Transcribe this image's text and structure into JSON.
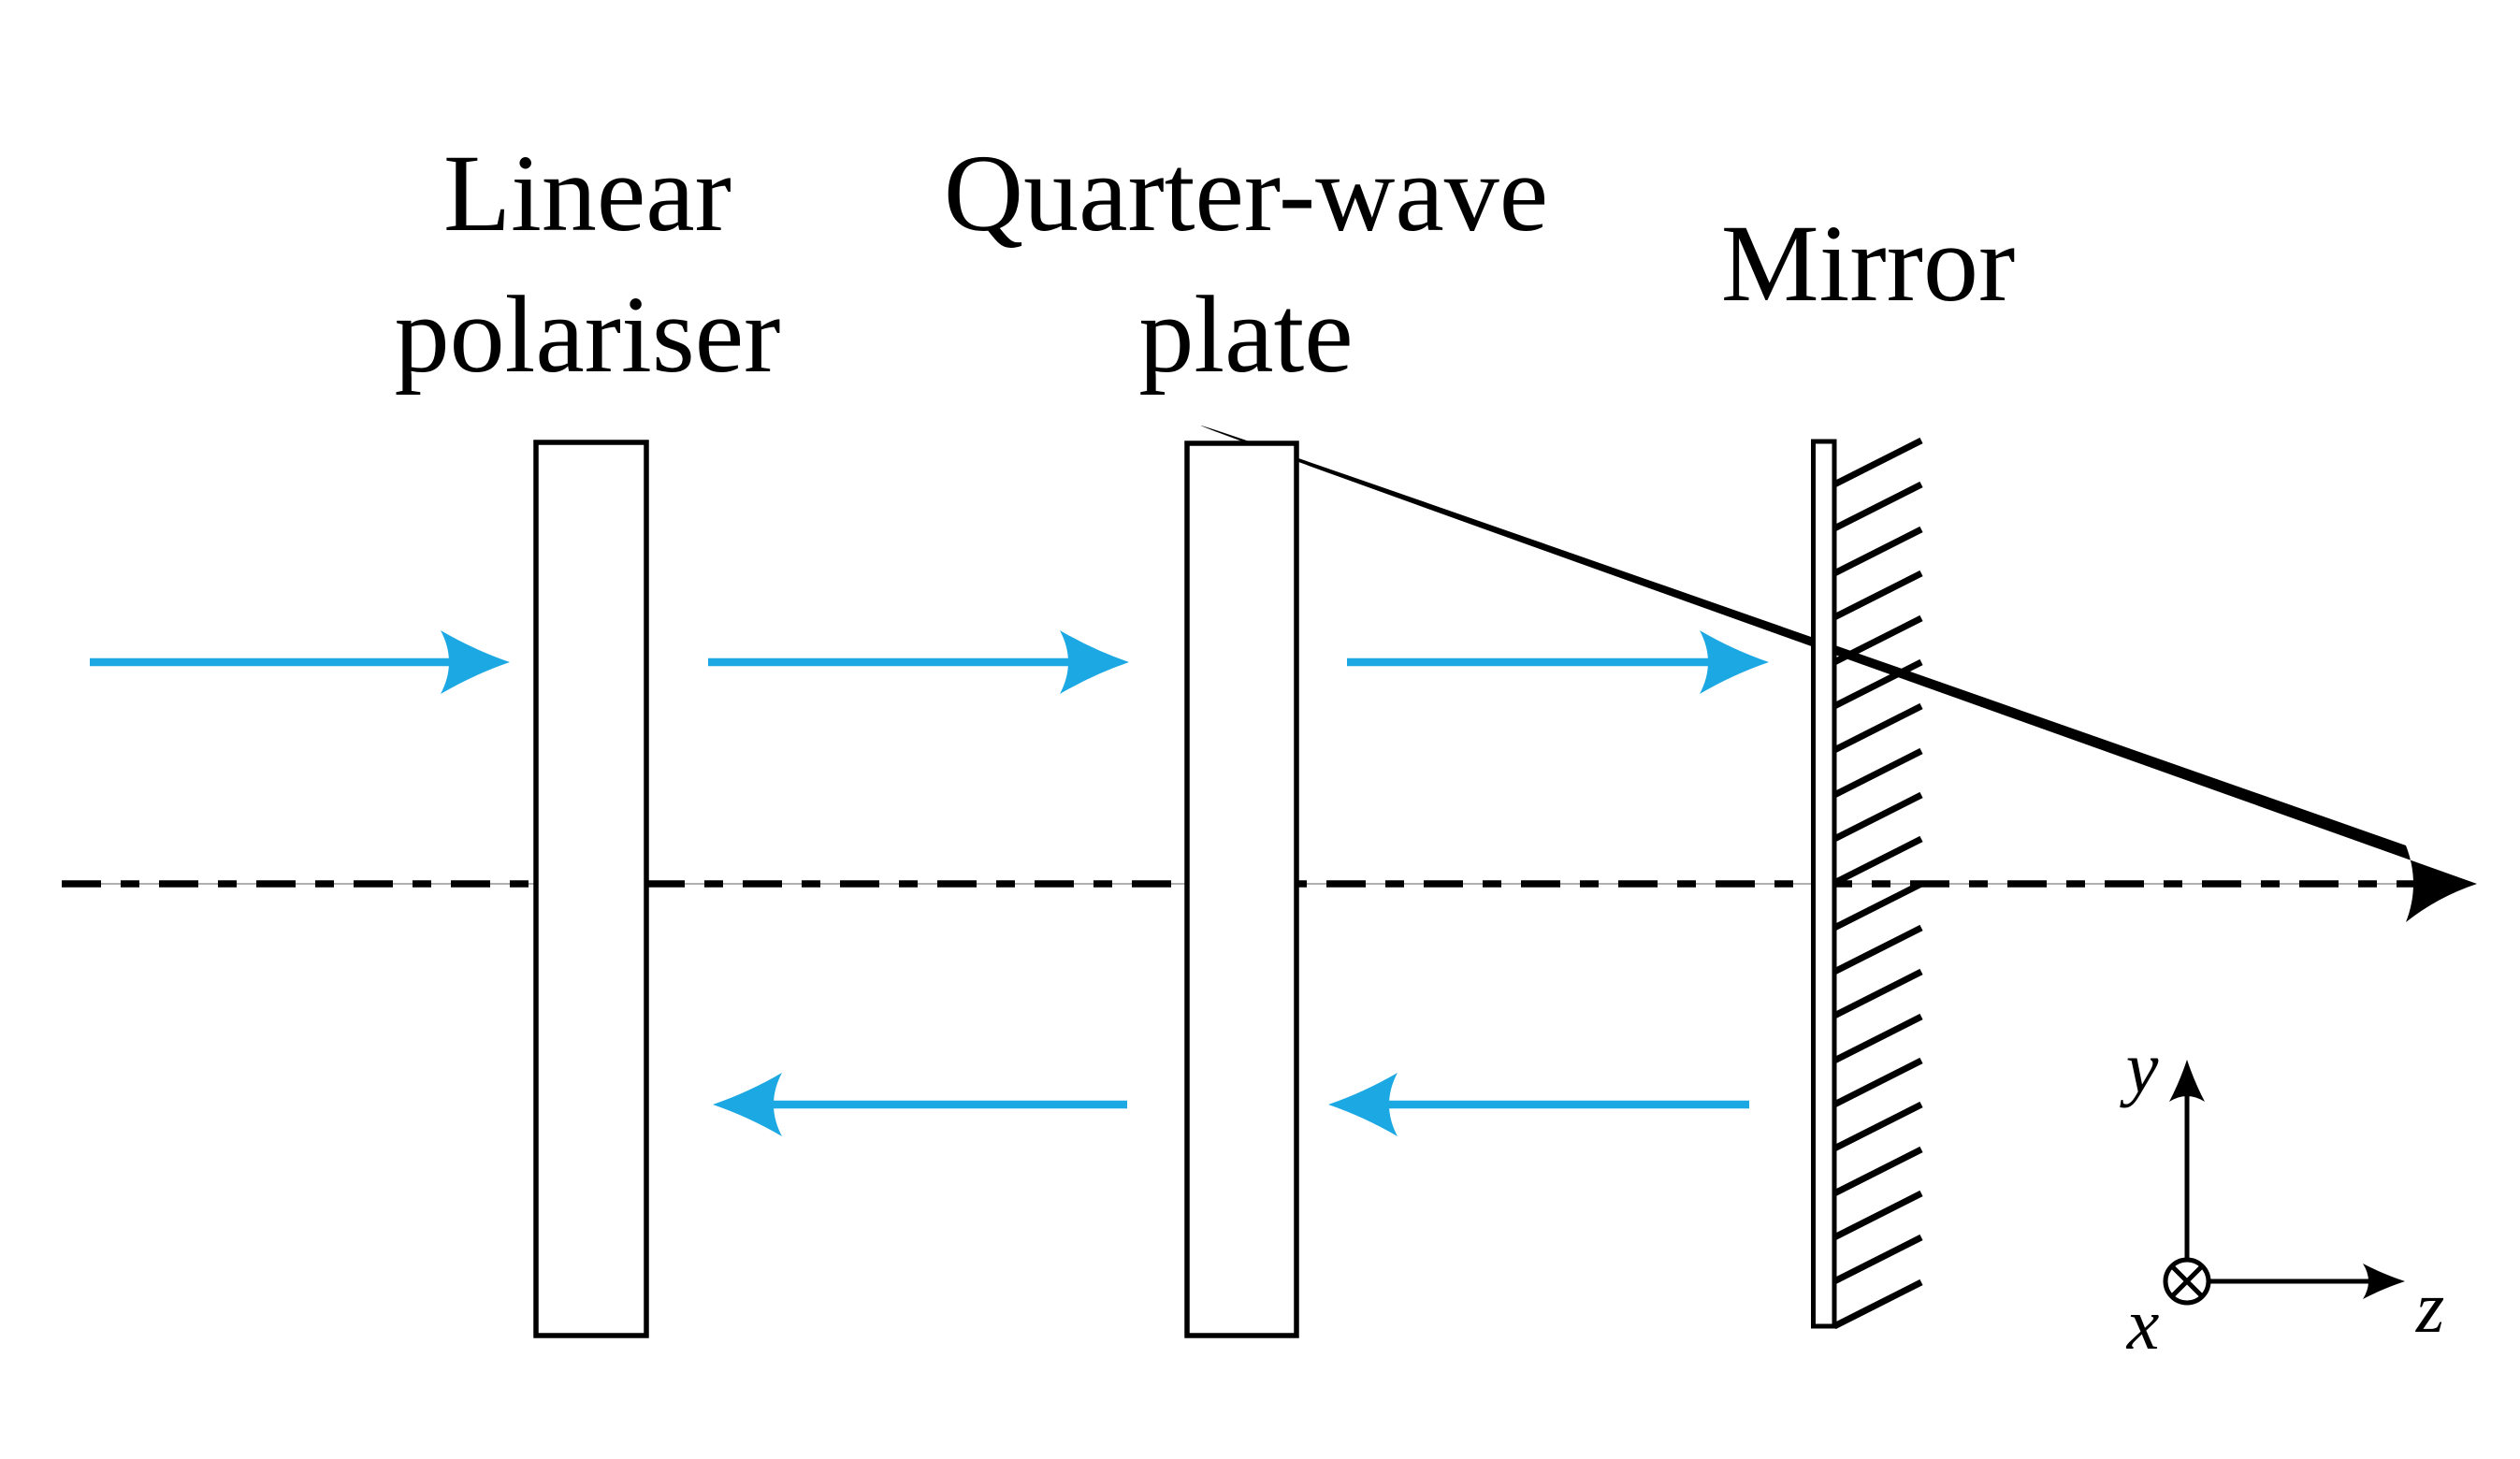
{
  "diagram": {
    "labels": {
      "polariser_line1": "Linear",
      "polariser_line2": "polariser",
      "waveplate_line1": "Quarter-wave",
      "waveplate_line2": "plate",
      "mirror": "Mirror"
    },
    "axes": {
      "x": "x",
      "y": "y",
      "z": "z"
    },
    "beams": {
      "forward_arrow_count": 3,
      "forward_direction": "right",
      "return_arrow_count": 2,
      "return_direction": "left"
    },
    "colors": {
      "beam": "#1CA8E3",
      "ink": "#000000",
      "axis_hairline": "#b0b0b0",
      "background": "#ffffff"
    }
  }
}
